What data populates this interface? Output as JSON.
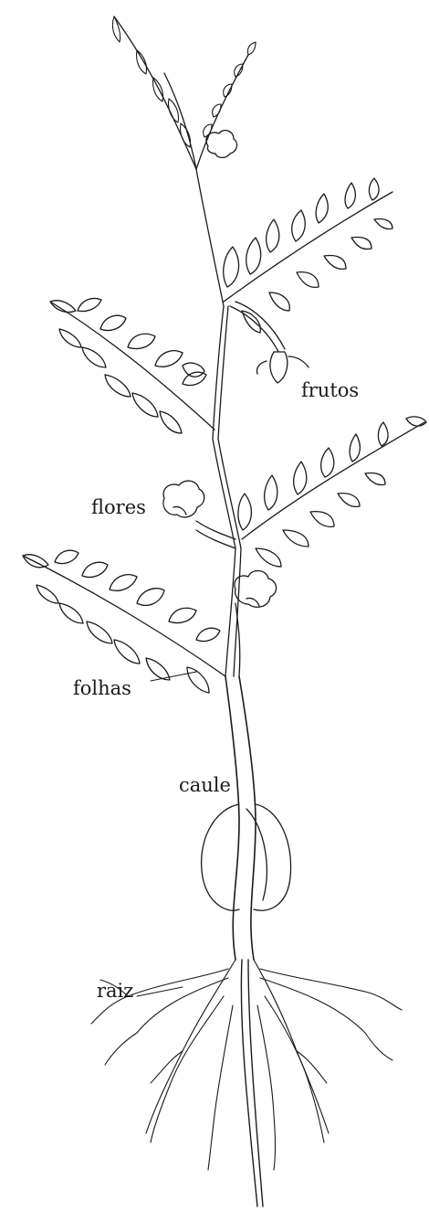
{
  "labels": {
    "frutos": "frutos",
    "flores": "flores",
    "folhas": "folhas",
    "caule": "caule",
    "raiz": "raiz"
  },
  "colors": {
    "ink": "#1a1a1a",
    "background": "#ffffff"
  }
}
